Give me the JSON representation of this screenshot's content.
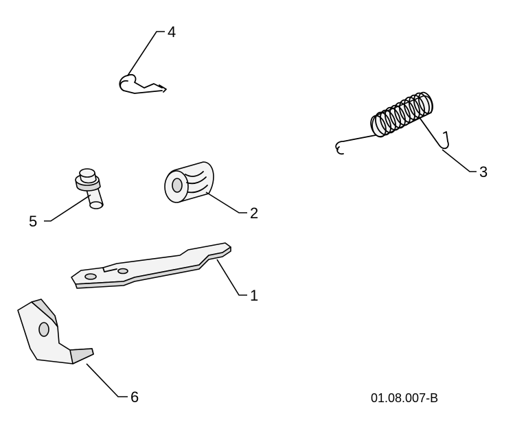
{
  "diagram": {
    "reference_code": "01.08.007-B",
    "callouts": [
      {
        "id": "1",
        "label": "1"
      },
      {
        "id": "2",
        "label": "2"
      },
      {
        "id": "3",
        "label": "3"
      },
      {
        "id": "4",
        "label": "4"
      },
      {
        "id": "5",
        "label": "5"
      },
      {
        "id": "6",
        "label": "6"
      }
    ]
  }
}
